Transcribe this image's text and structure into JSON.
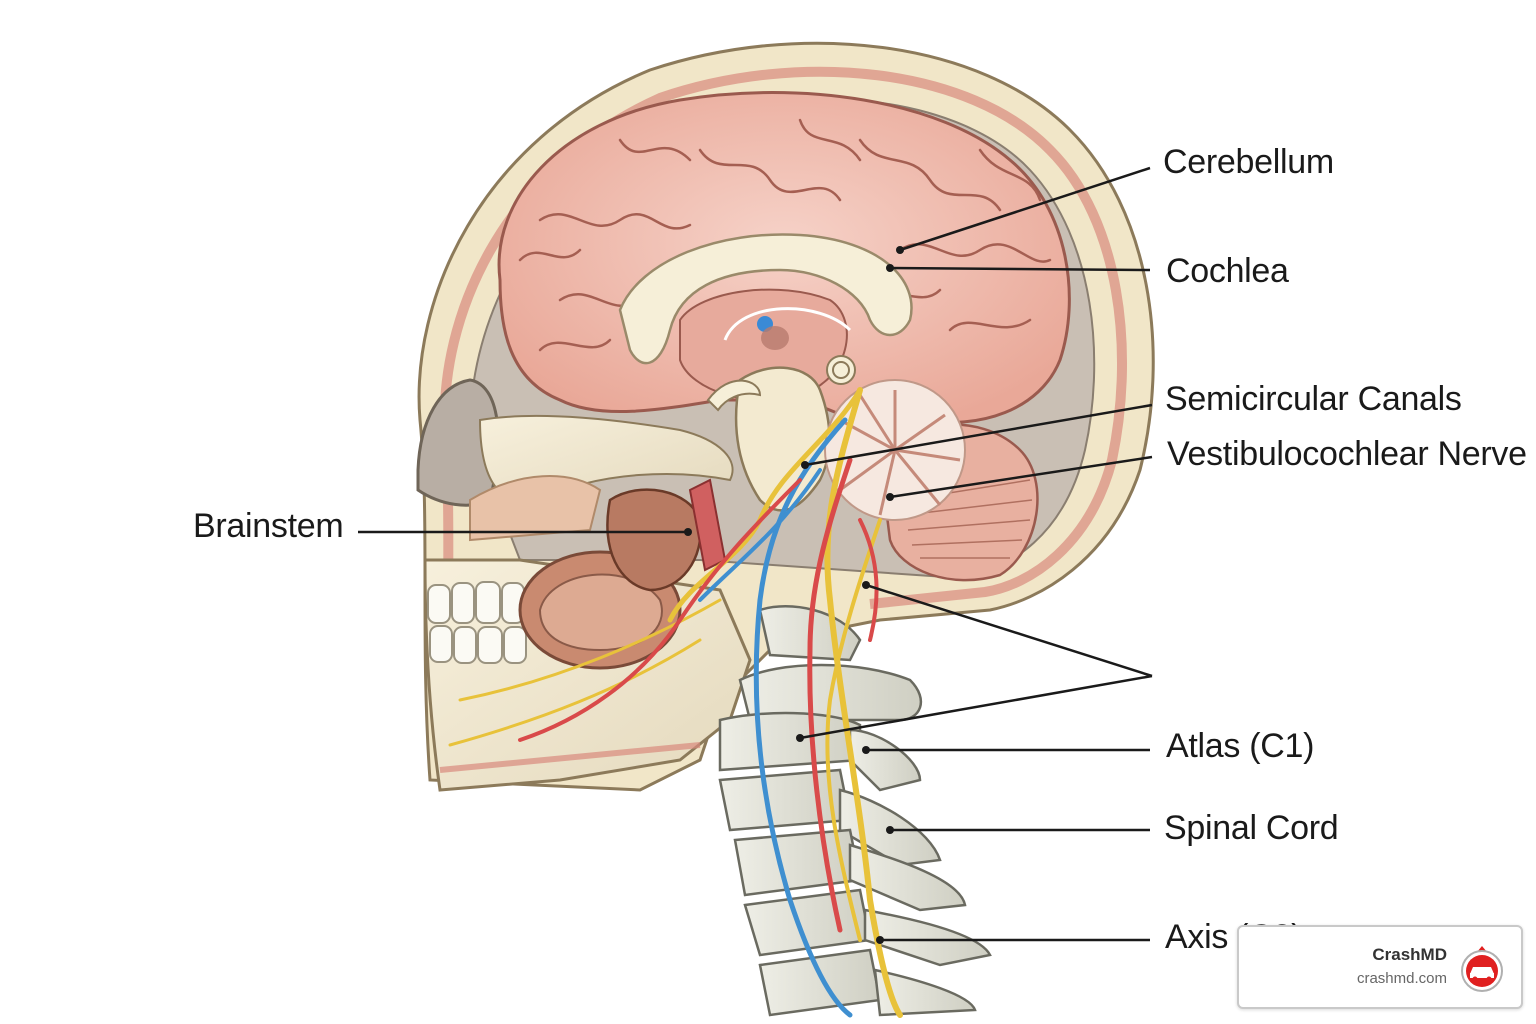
{
  "labels": {
    "cerebellum": "Cerebellum",
    "cochlea": "Cochlea",
    "semicircular_canals": "Semicircular Canals",
    "vestibulocochlear_nerve": "Vestibulocochlear Nerve",
    "brainstem": "Brainstem",
    "atlas": "Atlas (C1)",
    "spinal_cord": "Spinal Cord",
    "axis": "Axis (C2)"
  },
  "watermark": {
    "name": "CrashMD",
    "url": "crashmd.com",
    "logo_icon": "car-crash-badge-icon"
  },
  "colors": {
    "brain": "#f2c2b6",
    "skull": "#f3ead0",
    "artery": "#d94a4a",
    "vein": "#3f8fd0",
    "nerve": "#e8c23a",
    "logo_red": "#e02020"
  }
}
